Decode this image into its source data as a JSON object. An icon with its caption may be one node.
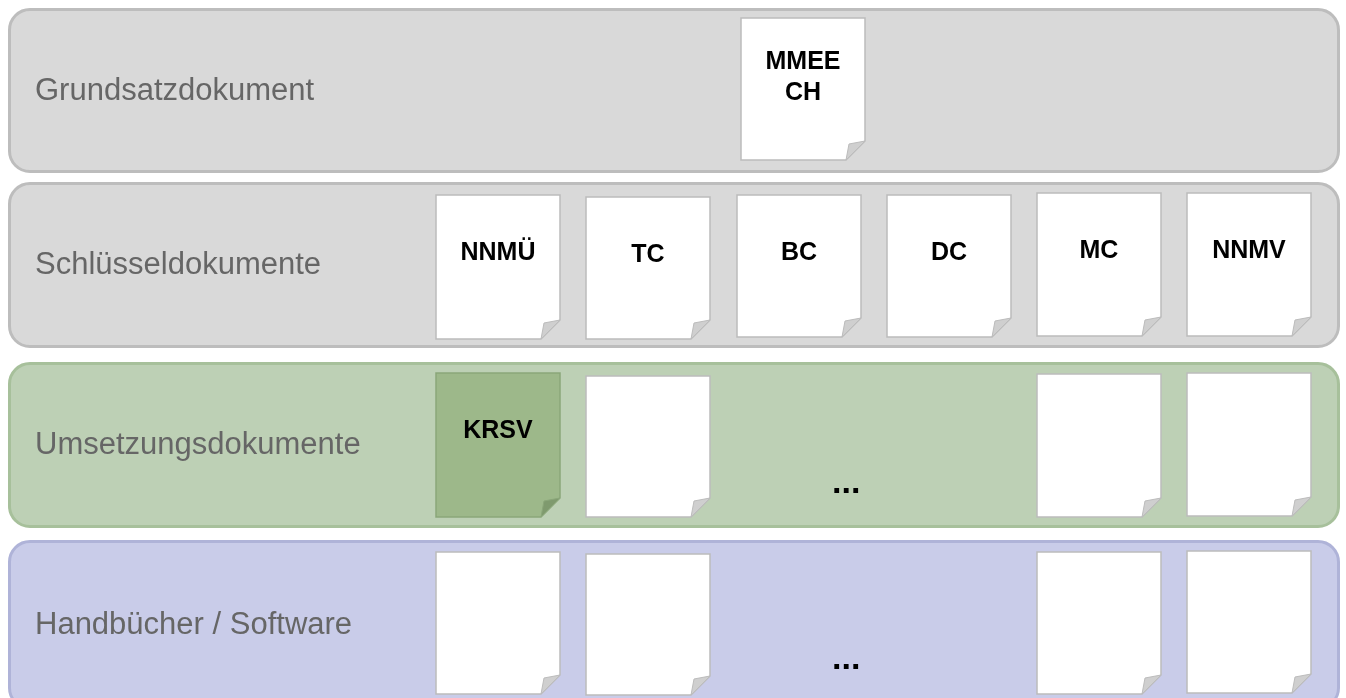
{
  "diagram": {
    "nodes": [
      {
        "text": [
          "Grundsatzdokument"
        ]
      },
      {
        "text": [
          "MMEE CH"
        ],
        "in": 0
      },
      {
        "text": [
          "Schlüsseldokumente"
        ]
      },
      {
        "text": [
          "NNMÜ"
        ],
        "in": 2
      },
      {
        "text": [
          "TC"
        ],
        "in": 2
      },
      {
        "text": [
          "BC"
        ],
        "in": 2
      },
      {
        "text": [
          "DC"
        ],
        "in": 2
      },
      {
        "text": [
          "MC"
        ],
        "in": 2
      },
      {
        "text": [
          "NNMV"
        ],
        "in": 2
      },
      {
        "text": [
          "Umsetzungsdokumente"
        ]
      },
      {
        "text": [
          "KRSV"
        ],
        "in": 9
      },
      {
        "text": [],
        "shape": "document",
        "in": 9
      },
      {
        "text": [],
        "shape": "document",
        "in": 9
      },
      {
        "text": [],
        "shape": "document",
        "in": 9
      },
      {
        "text": [
          "Handbücher / Software"
        ]
      },
      {
        "text": [],
        "shape": "document",
        "in": 14
      },
      {
        "text": [],
        "shape": "document",
        "in": 14
      },
      {
        "text": [],
        "shape": "document",
        "in": 14
      },
      {
        "text": [],
        "shape": "document",
        "in": 14
      }
    ],
    "edges": [],
    "labels": [
      "...",
      "..."
    ]
  }
}
